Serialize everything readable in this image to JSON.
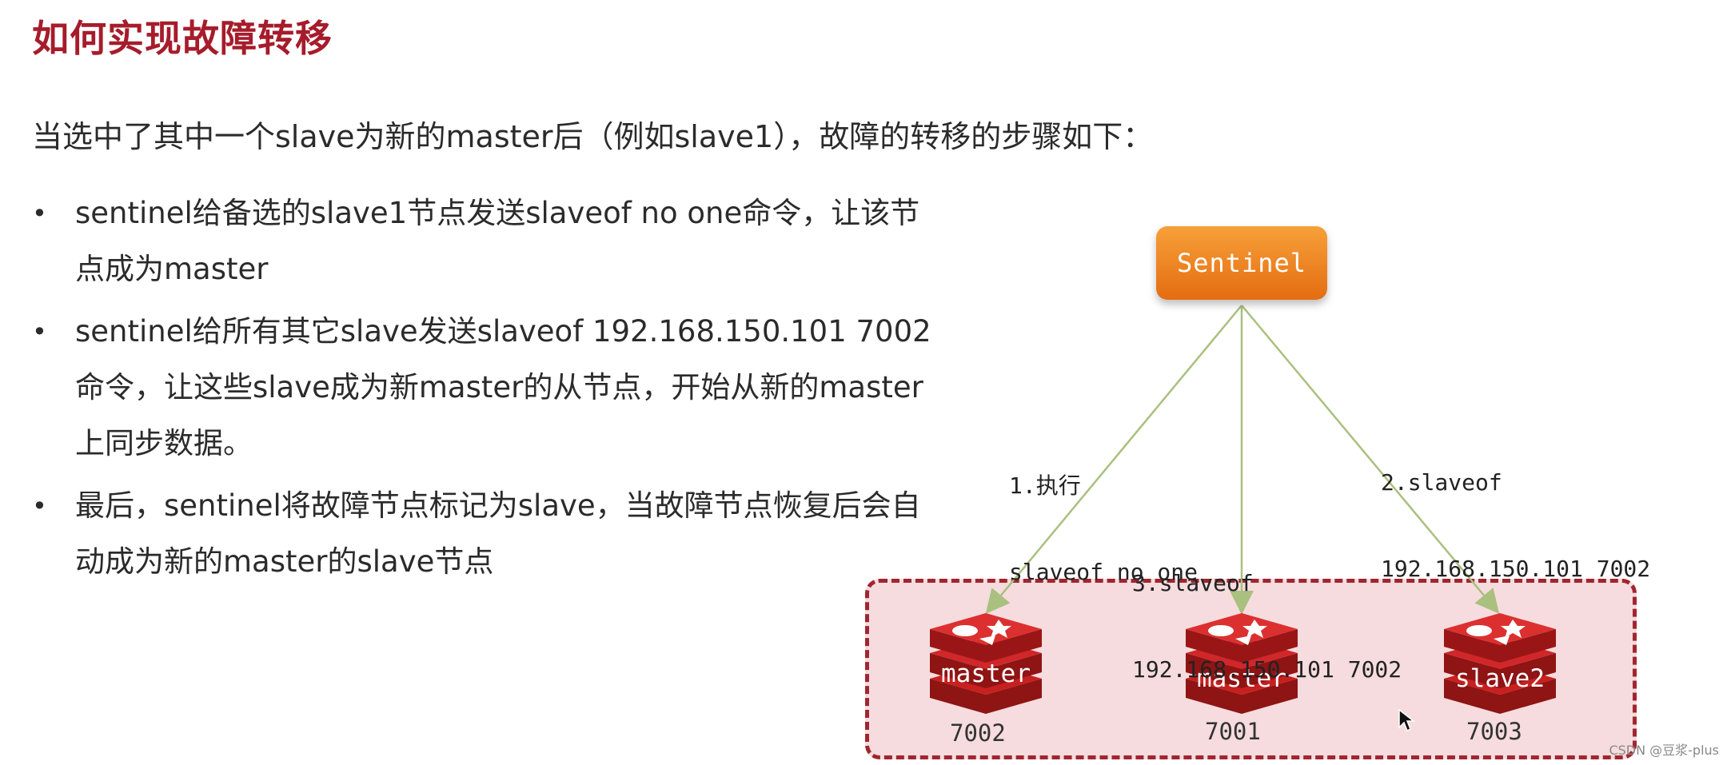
{
  "title": "如何实现故障转移",
  "intro": "当选中了其中一个slave为新的master后（例如slave1），故障的转移的步骤如下：",
  "bullets": [
    {
      "line1": "sentinel给备选的slave1节点发送slaveof no one命令，让该节",
      "line2": "点成为master"
    },
    {
      "line1": "sentinel给所有其它slave发送slaveof 192.168.150.101 7002",
      "line2": "命令，让这些slave成为新master的从节点，开始从新的master",
      "line3": "上同步数据。"
    },
    {
      "line1": "最后，sentinel将故障节点标记为slave，当故障节点恢复后会自",
      "line2": "动成为新的master的slave节点"
    }
  ],
  "diagram": {
    "sentinel_label": "Sentinel",
    "edges": [
      {
        "line1": "1.执行",
        "line2": "slaveof no one"
      },
      {
        "line1": "3.slaveof",
        "line2": "192.168.150.101 7002"
      },
      {
        "line1": "2.slaveof",
        "line2": "192.168.150.101 7002"
      }
    ],
    "nodes": [
      {
        "label": "master",
        "port": "7002"
      },
      {
        "label": "master",
        "port": "7001"
      },
      {
        "label": "slave2",
        "port": "7003"
      }
    ],
    "colors": {
      "accent": "#a61c2b",
      "sentinel": "#ee8421",
      "arrow": "#a9c07e",
      "cluster_border": "#a0262f",
      "cluster_fill": "#f6dcde",
      "redis": "#c8201f"
    }
  },
  "watermark": "CSDN @豆浆-plus"
}
